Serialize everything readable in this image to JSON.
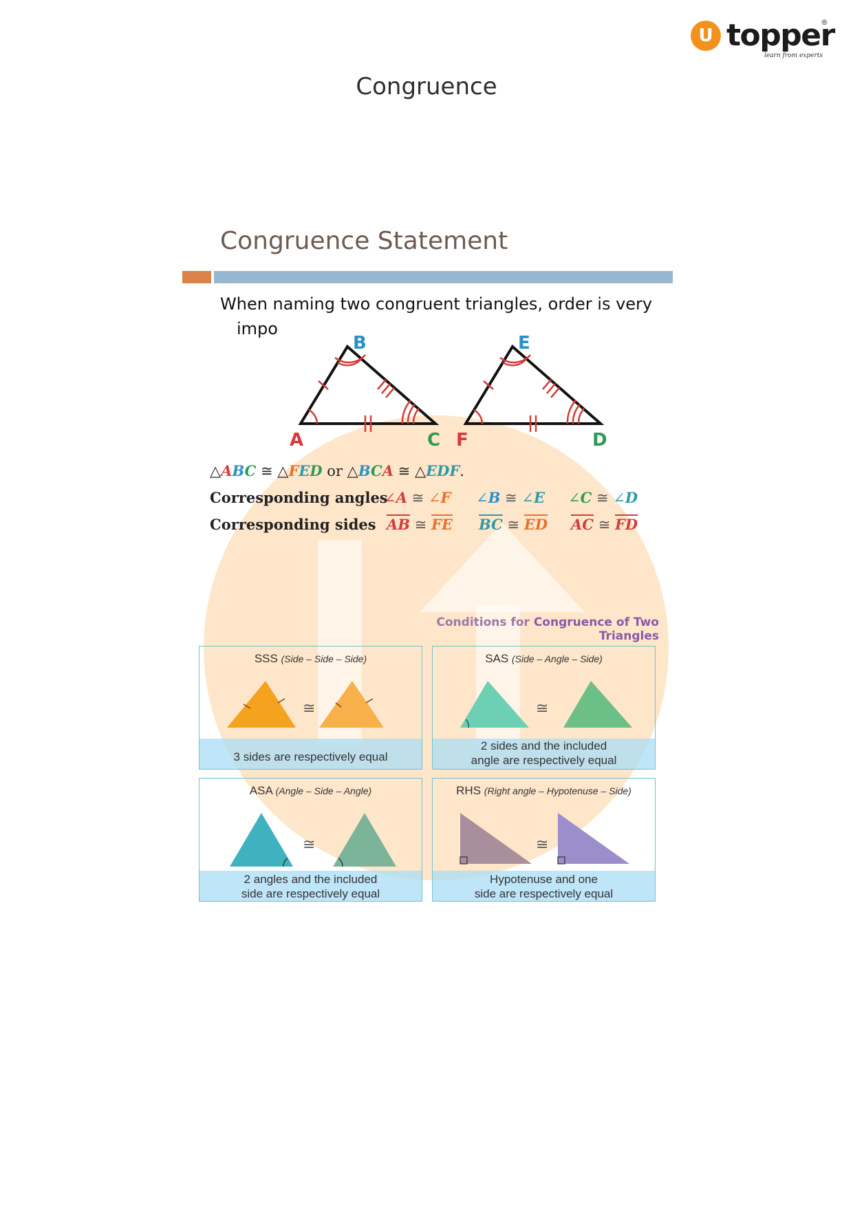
{
  "logo": {
    "mark": "U",
    "word": "topper",
    "registered": "®",
    "tagline": "learn from experts"
  },
  "document_title": "Congruence",
  "section": {
    "title": "Congruence Statement",
    "intro_line1": "When naming two congruent triangles, order is very",
    "intro_line2": "impo"
  },
  "triangles": {
    "left": {
      "top": "B",
      "left": "A",
      "right": "C"
    },
    "right": {
      "top": "E",
      "left": "F",
      "right": "D"
    }
  },
  "congruence_statement": {
    "tri_symbol": "△",
    "cong": "≅",
    "abc": "ABC",
    "fed": "FED",
    "or": "or",
    "bca": "BCA",
    "edf": "EDF",
    "period": "."
  },
  "corresponding": {
    "angles_label": "Corresponding angles",
    "sides_label": "Corresponding sides",
    "angle_symbol": "∠",
    "angles": [
      [
        "A",
        "F"
      ],
      [
        "B",
        "E"
      ],
      [
        "C",
        "D"
      ]
    ],
    "sides": [
      [
        "AB",
        "FE"
      ],
      [
        "BC",
        "ED"
      ],
      [
        "AC",
        "FD"
      ]
    ]
  },
  "conditions": {
    "title_a": "Conditions for ",
    "title_b": "Congruence of Two Triangles",
    "cards": [
      {
        "name": "SSS",
        "sub": "(Side – Side – Side)",
        "desc1": "3 sides are respectively equal",
        "desc2": ""
      },
      {
        "name": "SAS",
        "sub": "(Side – Angle – Side)",
        "desc1": "2 sides and the included",
        "desc2": "angle are respectively equal"
      },
      {
        "name": "ASA",
        "sub": "(Angle – Side – Angle)",
        "desc1": "2 angles and the included",
        "desc2": "side are respectively equal"
      },
      {
        "name": "RHS",
        "sub": "(Right angle – Hypotenuse – Side)",
        "desc1": "Hypotenuse and one",
        "desc2": "side are respectively equal"
      }
    ],
    "cong_symbol": "≅"
  },
  "colors": {
    "section_title": "#6d5b52",
    "accent_orange": "#d9824a",
    "accent_blue": "#97b6d0",
    "sss": "#f5a21f",
    "sas": "#6dc9a4",
    "asa": "#3fb1bf",
    "rhs": "#a98e9c"
  }
}
